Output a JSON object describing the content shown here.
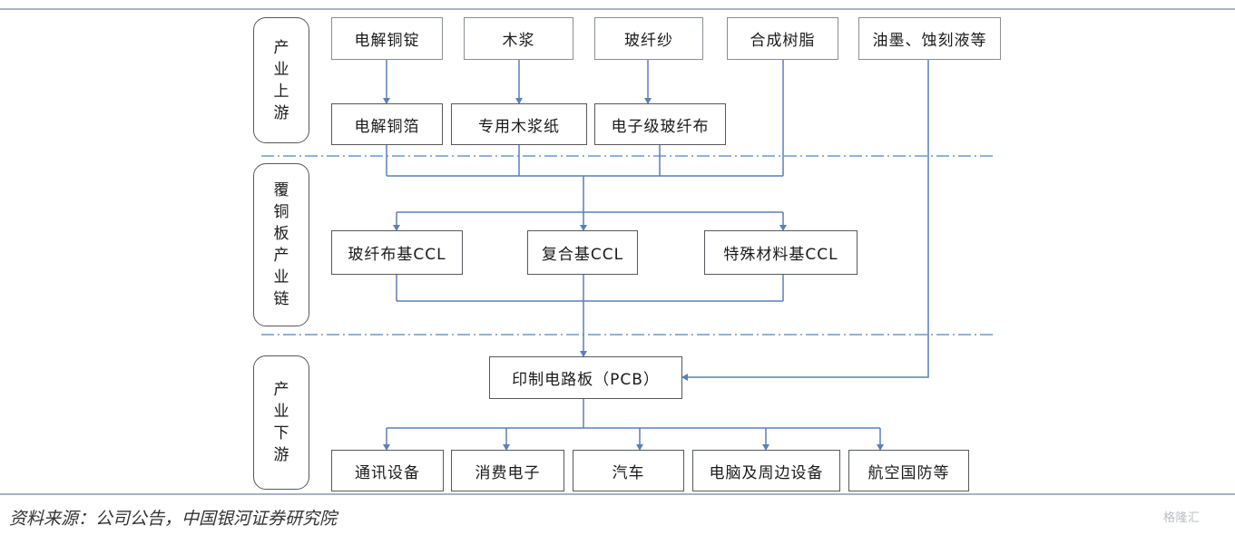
{
  "stages": {
    "upstream": [
      "产",
      "业",
      "上",
      "游"
    ],
    "ccl": [
      "覆",
      "铜",
      "板",
      "产",
      "业",
      "链"
    ],
    "downstream": [
      "产",
      "业",
      "下",
      "游"
    ]
  },
  "raw_materials": [
    "电解铜锭",
    "木浆",
    "玻纤纱",
    "合成树脂",
    "油墨、蚀刻液等"
  ],
  "intermediates": [
    "电解铜箔",
    "专用木浆纸",
    "电子级玻纤布"
  ],
  "ccl_types": [
    "玻纤布基CCL",
    "复合基CCL",
    "特殊材料基CCL"
  ],
  "pcb": "印制电路板（PCB）",
  "applications": [
    "通讯设备",
    "消费电子",
    "汽车",
    "电脑及周边设备",
    "航空国防等"
  ],
  "source": "资料来源：公司公告，中国银河证券研究院",
  "watermark": "格隆汇",
  "colors": {
    "connector": "#5b7fb8",
    "box_border": "#55595e",
    "divider": "#8fb3d8",
    "rule": "#a7b3c6"
  }
}
